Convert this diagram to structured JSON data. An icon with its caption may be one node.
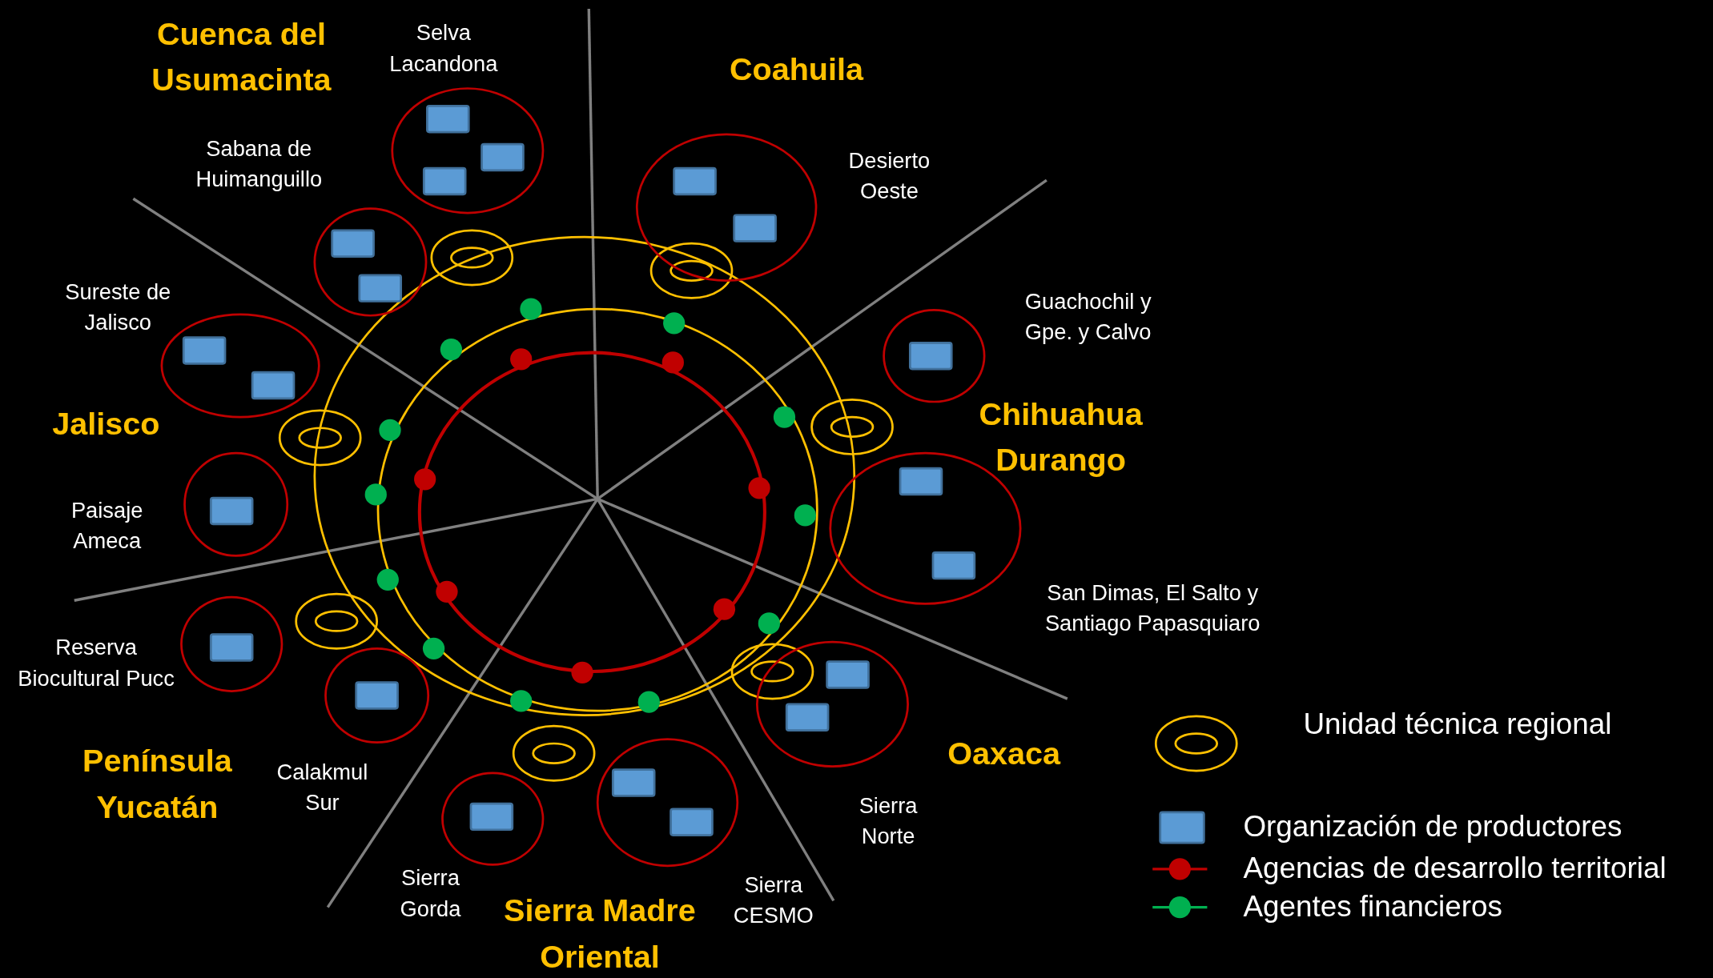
{
  "diagram": {
    "nodes": [
      {
        "text": [
          "Selva Lacandona"
        ]
      },
      {
        "text": [
          "Desierto Oeste"
        ]
      },
      {
        "text": [
          "Sabana de Huimanguillo"
        ]
      },
      {
        "text": [
          "Guachochil y Gpe. y Calvo"
        ]
      },
      {
        "text": [
          "Sureste de Jalisco"
        ]
      },
      {
        "text": [
          "San Dimas, El Salto y Santiago Papasquiaro"
        ]
      },
      {
        "text": [
          "Paisaje Ameca"
        ]
      },
      {
        "text": [
          "Reserva Biocultural Pucc"
        ]
      },
      {
        "text": [
          "Sierra Norte"
        ]
      },
      {
        "text": [
          "Calakmul Sur"
        ]
      },
      {
        "text": [
          "Sierra Gorda"
        ]
      },
      {
        "text": [
          "Sierra CESMO"
        ]
      }
    ],
    "edges": [],
    "labels": [
      "Cuenca del Usumacinta",
      "Coahuila",
      "Jalisco",
      "Chihuahua Durango",
      "Oaxaca",
      "Península Yucatán",
      "Sierra Madre Oriental"
    ],
    "legend": [
      {
        "text": "Unidad técnica regional"
      },
      {
        "text": "Organización de productores",
        "color": "#5b9bd5"
      },
      {
        "text": "Agencias de desarrollo territorial"
      },
      {
        "text": "Agentes financieros"
      }
    ]
  }
}
